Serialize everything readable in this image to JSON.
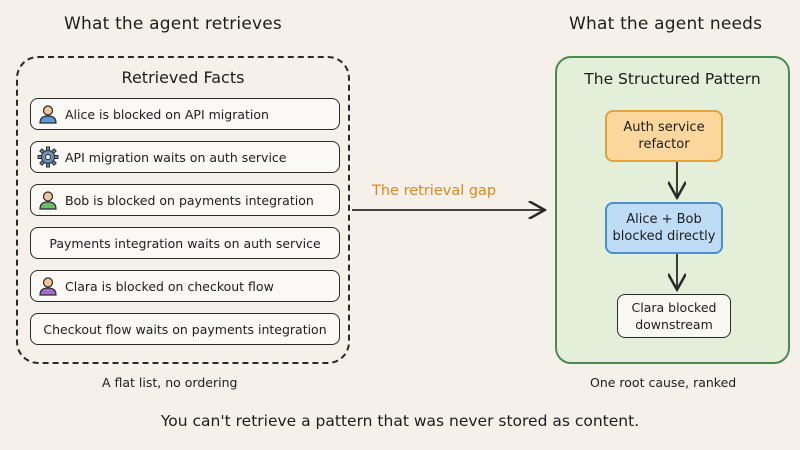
{
  "headers": {
    "left": "What the agent retrieves",
    "right": "What the agent needs"
  },
  "left_panel": {
    "title": "Retrieved Facts",
    "facts": [
      {
        "text": "Alice is blocked on API migration",
        "icon": "person-icon"
      },
      {
        "text": "API migration waits on auth service",
        "icon": "gear-icon"
      },
      {
        "text": "Bob is blocked on payments integration",
        "icon": "person-icon"
      },
      {
        "text": "Payments integration waits on auth service",
        "icon": "none"
      },
      {
        "text": "Clara is blocked on checkout flow",
        "icon": "person-icon"
      },
      {
        "text": "Checkout flow waits on payments integration",
        "icon": "none"
      }
    ],
    "caption": "A flat list, no ordering"
  },
  "gap": {
    "label": "The retrieval gap"
  },
  "right_panel": {
    "title": "The Structured Pattern",
    "nodes": {
      "auth": "Auth service refactor",
      "direct": "Alice + Bob blocked directly",
      "clara": "Clara blocked downstream"
    },
    "caption": "One root cause, ranked"
  },
  "footer": "You can't retrieve a pattern that was never stored as content.",
  "colors": {
    "background": "#f5f1ea",
    "accent_orange": "#d98a1f",
    "green_panel": "#e3efd9",
    "green_border": "#4d8a4f",
    "orange_node": "#fbd79e",
    "blue_node": "#bfdcf6"
  }
}
